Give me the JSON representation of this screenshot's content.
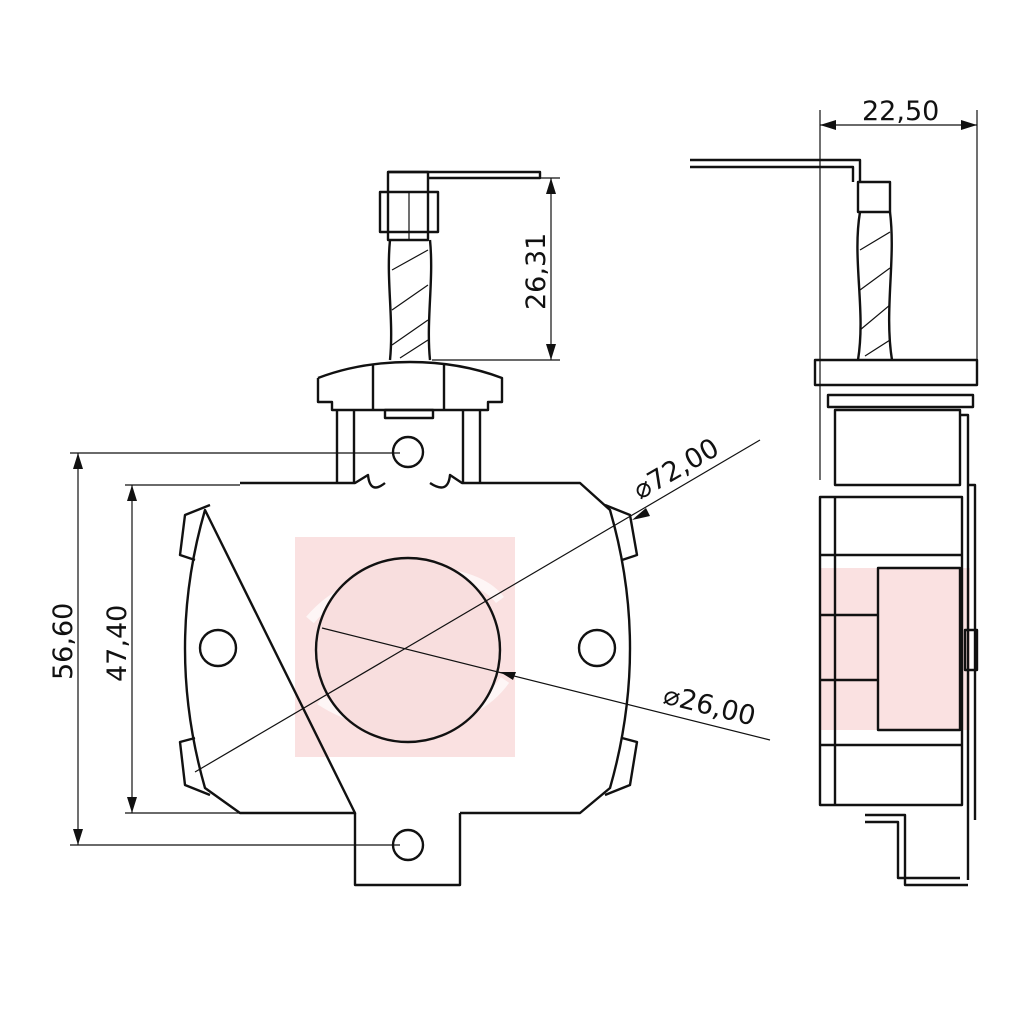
{
  "title": "Brush holder technical drawing",
  "dimensions": {
    "overall_height": "56,60",
    "body_height": "47,40",
    "lead_length": "26,31",
    "outer_diameter": "⌀72,00",
    "inner_diameter": "⌀26,00",
    "side_width": "22,50"
  },
  "colors": {
    "line": "#111111",
    "watermark": "#f6c9c9"
  }
}
